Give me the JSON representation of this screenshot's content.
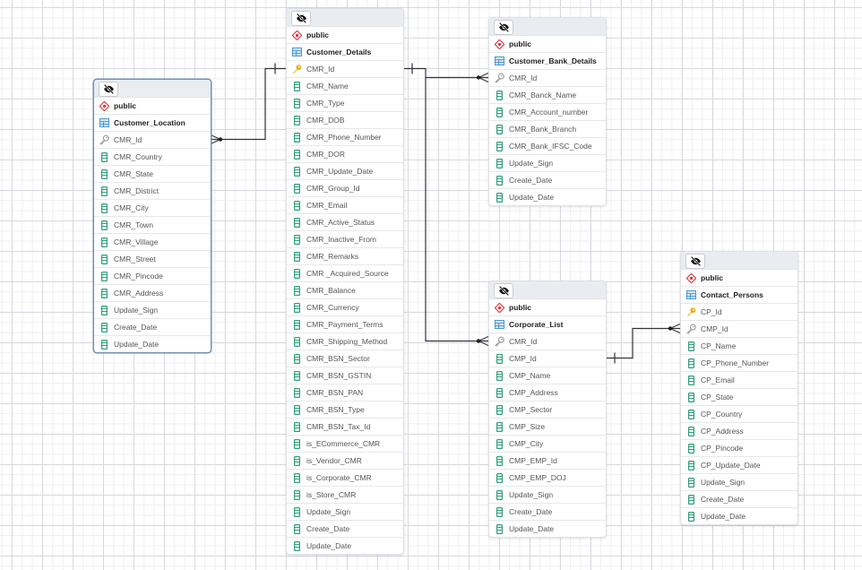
{
  "diagram": {
    "tables": [
      {
        "id": "customer_location",
        "schema": "public",
        "name": "Customer_Location",
        "selected": true,
        "columns": [
          {
            "name": "CMR_Id",
            "kind": "foreign-key"
          },
          {
            "name": "CMR_Country",
            "kind": "column"
          },
          {
            "name": "CMR_State",
            "kind": "column"
          },
          {
            "name": "CMR_District",
            "kind": "column"
          },
          {
            "name": "CMR_City",
            "kind": "column"
          },
          {
            "name": "CMR_Town",
            "kind": "column"
          },
          {
            "name": "CMR_Village",
            "kind": "column"
          },
          {
            "name": "CMR_Street",
            "kind": "column"
          },
          {
            "name": "CMR_Pincode",
            "kind": "column"
          },
          {
            "name": "CMR_Address",
            "kind": "column"
          },
          {
            "name": "Update_Sign",
            "kind": "column"
          },
          {
            "name": "Create_Date",
            "kind": "column"
          },
          {
            "name": "Update_Date",
            "kind": "column"
          }
        ]
      },
      {
        "id": "customer_details",
        "schema": "public",
        "name": "Customer_Details",
        "selected": false,
        "columns": [
          {
            "name": "CMR_Id",
            "kind": "primary-key"
          },
          {
            "name": "CMR_Name",
            "kind": "column"
          },
          {
            "name": "CMR_Type",
            "kind": "column"
          },
          {
            "name": "CMR_DOB",
            "kind": "column"
          },
          {
            "name": "CMR_Phone_Number",
            "kind": "column"
          },
          {
            "name": "CMR_DOR",
            "kind": "column"
          },
          {
            "name": "CMR_Update_Date",
            "kind": "column"
          },
          {
            "name": "CMR_Group_Id",
            "kind": "column"
          },
          {
            "name": "CMR_Email",
            "kind": "column"
          },
          {
            "name": "CMR_Active_Status",
            "kind": "column"
          },
          {
            "name": "CMR_Inactive_From",
            "kind": "column"
          },
          {
            "name": "CMR_Remarks",
            "kind": "column"
          },
          {
            "name": "CMR _Acquired_Source",
            "kind": "column"
          },
          {
            "name": "CMR_Balance",
            "kind": "column"
          },
          {
            "name": "CMR_Currency",
            "kind": "column"
          },
          {
            "name": "CMR_Payment_Terms",
            "kind": "column"
          },
          {
            "name": "CMR_Shipping_Method",
            "kind": "column"
          },
          {
            "name": "CMR_BSN_Sector",
            "kind": "column"
          },
          {
            "name": "CMR_BSN_GSTIN",
            "kind": "column"
          },
          {
            "name": "CMR_BSN_PAN",
            "kind": "column"
          },
          {
            "name": "CMR_BSN_Type",
            "kind": "column"
          },
          {
            "name": "CMR_BSN_Tax_Id",
            "kind": "column"
          },
          {
            "name": "is_ECommerce_CMR",
            "kind": "column"
          },
          {
            "name": "is_Vendor_CMR",
            "kind": "column"
          },
          {
            "name": "is_Corporate_CMR",
            "kind": "column"
          },
          {
            "name": "is_Store_CMR",
            "kind": "column"
          },
          {
            "name": "Update_Sign",
            "kind": "column"
          },
          {
            "name": "Create_Date",
            "kind": "column"
          },
          {
            "name": "Update_Date",
            "kind": "column"
          }
        ]
      },
      {
        "id": "customer_bank_details",
        "schema": "public",
        "name": "Customer_Bank_Details",
        "selected": false,
        "columns": [
          {
            "name": "CMR_Id",
            "kind": "foreign-key"
          },
          {
            "name": "CMR_Banck_Name",
            "kind": "column"
          },
          {
            "name": "CMR_Account_number",
            "kind": "column"
          },
          {
            "name": "CMR_Bank_Branch",
            "kind": "column"
          },
          {
            "name": "CMR_Bank_IFSC_Code",
            "kind": "column"
          },
          {
            "name": "Update_Sign",
            "kind": "column"
          },
          {
            "name": "Create_Date",
            "kind": "column"
          },
          {
            "name": "Update_Date",
            "kind": "column"
          }
        ]
      },
      {
        "id": "corporate_list",
        "schema": "public",
        "name": "Corporate_List",
        "selected": false,
        "columns": [
          {
            "name": "CMR_Id",
            "kind": "foreign-key"
          },
          {
            "name": "CMP_Id",
            "kind": "column"
          },
          {
            "name": "CMP_Name",
            "kind": "column"
          },
          {
            "name": "CMP_Address",
            "kind": "column"
          },
          {
            "name": "CMP_Sector",
            "kind": "column"
          },
          {
            "name": "CMP_Size",
            "kind": "column"
          },
          {
            "name": "CMP_City",
            "kind": "column"
          },
          {
            "name": "CMP_EMP_Id",
            "kind": "column"
          },
          {
            "name": "CMP_EMP_DOJ",
            "kind": "column"
          },
          {
            "name": "Update_Sign",
            "kind": "column"
          },
          {
            "name": "Create_Date",
            "kind": "column"
          },
          {
            "name": "Update_Date",
            "kind": "column"
          }
        ]
      },
      {
        "id": "contact_persons",
        "schema": "public",
        "name": "Contact_Persons",
        "selected": false,
        "columns": [
          {
            "name": "CP_Id",
            "kind": "primary-key"
          },
          {
            "name": "CMP_Id",
            "kind": "foreign-key"
          },
          {
            "name": "CP_Name",
            "kind": "column"
          },
          {
            "name": "CP_Phone_Number",
            "kind": "column"
          },
          {
            "name": "CP_Email",
            "kind": "column"
          },
          {
            "name": "CP_State",
            "kind": "column"
          },
          {
            "name": "CP_Country",
            "kind": "column"
          },
          {
            "name": "CP_Address",
            "kind": "column"
          },
          {
            "name": "CP_Pincode",
            "kind": "column"
          },
          {
            "name": "CP_Update_Date",
            "kind": "column"
          },
          {
            "name": "Update_Sign",
            "kind": "column"
          },
          {
            "name": "Create_Date",
            "kind": "column"
          },
          {
            "name": "Update_Date",
            "kind": "column"
          }
        ]
      }
    ],
    "relationships": [
      {
        "from_table": "customer_details",
        "from_column": "CMR_Id",
        "from_cardinality": "one",
        "to_table": "customer_location",
        "to_column": "CMR_Id",
        "to_cardinality": "many"
      },
      {
        "from_table": "customer_details",
        "from_column": "CMR_Id",
        "from_cardinality": "one",
        "to_table": "customer_bank_details",
        "to_column": "CMR_Id",
        "to_cardinality": "many"
      },
      {
        "from_table": "customer_details",
        "from_column": "CMR_Id",
        "from_cardinality": "one",
        "to_table": "corporate_list",
        "to_column": "CMR_Id",
        "to_cardinality": "many"
      },
      {
        "from_table": "corporate_list",
        "from_column": "CMP_Id",
        "from_cardinality": "one",
        "to_table": "contact_persons",
        "to_column": "CMP_Id",
        "to_cardinality": "many"
      }
    ],
    "icons": {
      "toggle": "eye-slash-icon",
      "schema": "schema-diamond-icon",
      "table": "table-icon",
      "primary-key": "primary-key-icon",
      "foreign-key": "foreign-key-icon",
      "column": "column-icon"
    },
    "colors": {
      "schema_icon": "#d9363e",
      "table_icon": "#3d8fd1",
      "primary_key": "#e6b417",
      "foreign_key": "#9a9a9a",
      "column_icon": "#2e9e78",
      "selected_border": "#6e8fb5",
      "link_line": "#333333"
    }
  }
}
